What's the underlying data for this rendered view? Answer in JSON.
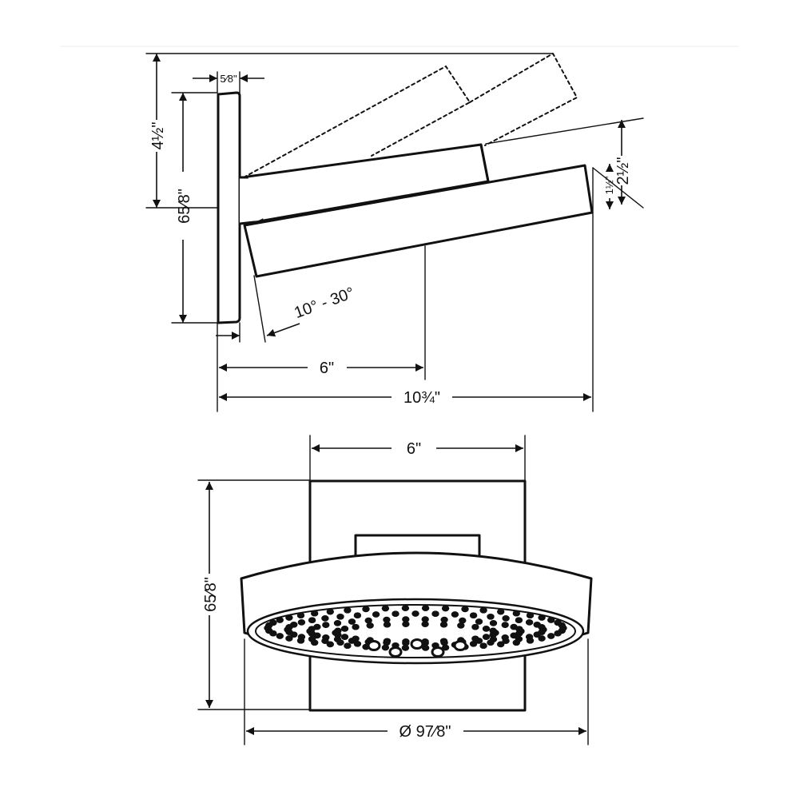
{
  "side_view": {
    "dims": {
      "flange_thickness": "5⁄8\"",
      "projection_height": "4½\"",
      "plate_height": "65⁄8\"",
      "tilt_angle": "10° - 30°",
      "reach_to_arm_end": "6\"",
      "overall_length": "10¾\"",
      "head_depth": "2½\"",
      "arm_thickness": "1½\""
    }
  },
  "front_view": {
    "dims": {
      "plate_width": "6\"",
      "plate_height": "65⁄8\"",
      "head_diameter": "Ø 97⁄8\""
    }
  },
  "colors": {
    "line": "#111111",
    "background": "#ffffff"
  }
}
